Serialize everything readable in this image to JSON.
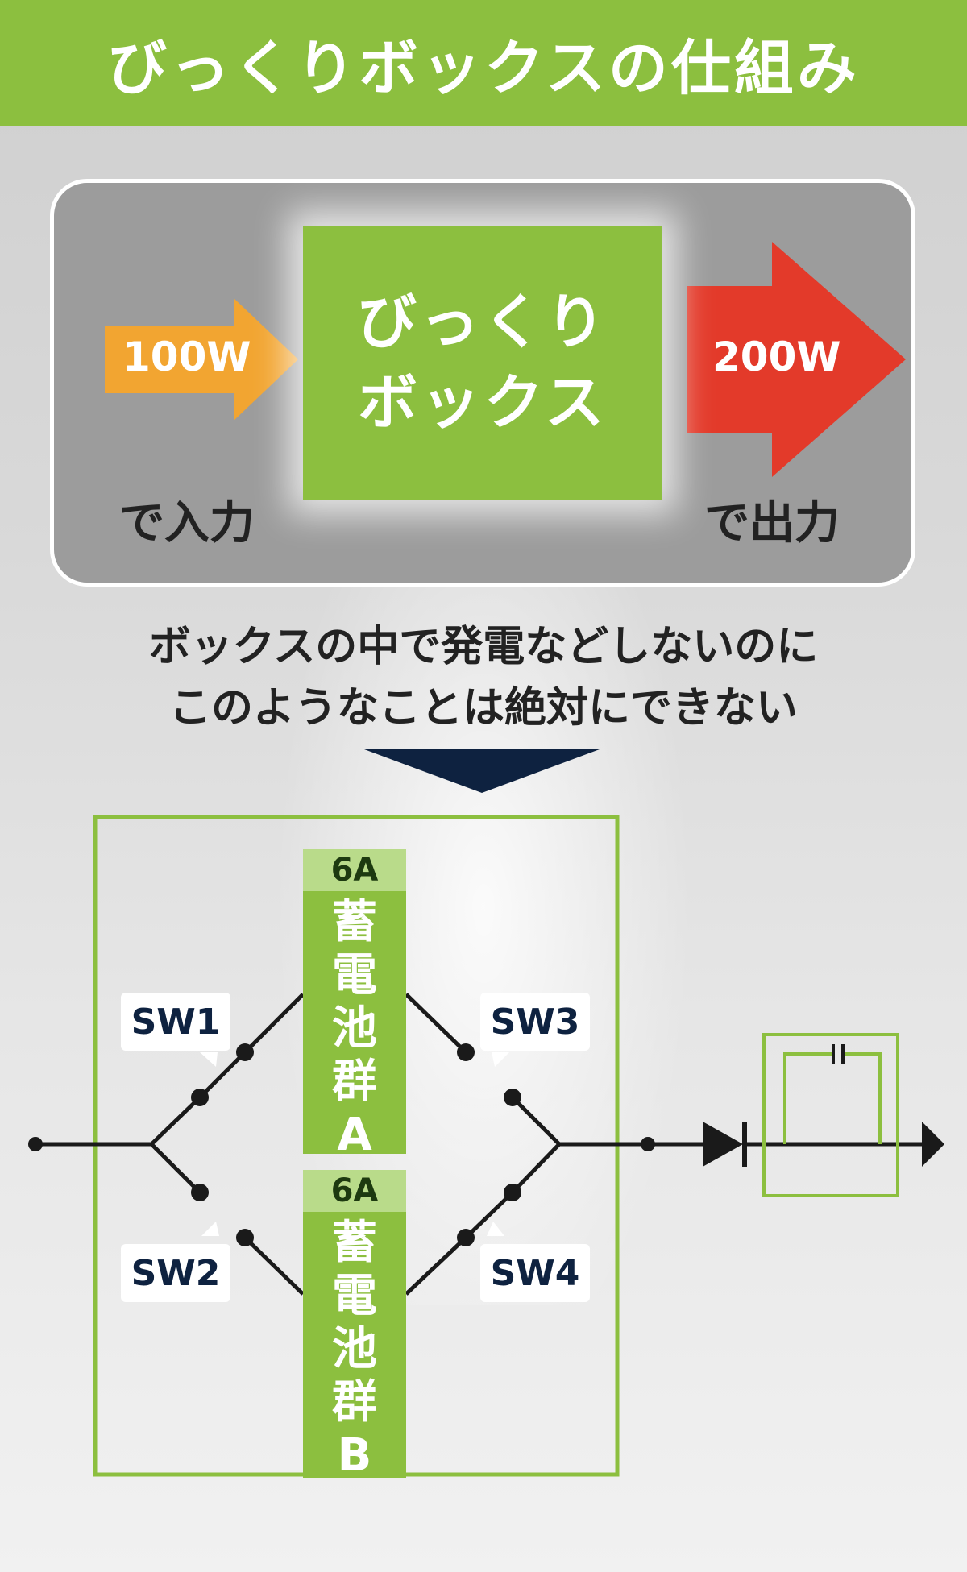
{
  "header": {
    "title": "びっくりボックスの仕組み"
  },
  "box": {
    "line1": "びっくり",
    "line2": "ボックス",
    "input_value": "100W",
    "input_caption": "で入力",
    "output_value": "200W",
    "output_caption": "で出力"
  },
  "message": {
    "line1": "ボックスの中で発電などしないのに",
    "line2": "このようなことは絶対にできない"
  },
  "circuit": {
    "switches": [
      "SW1",
      "SW2",
      "SW3",
      "SW4"
    ],
    "battery_a": {
      "current": "6A",
      "chars": [
        "蓄",
        "電",
        "池",
        "群",
        "A"
      ]
    },
    "battery_b": {
      "current": "6A",
      "chars": [
        "蓄",
        "電",
        "池",
        "群",
        "B"
      ]
    }
  },
  "colors": {
    "green": "#8cbf3f",
    "light_green": "#b9db8a",
    "orange": "#f2a531",
    "red": "#e33a2a",
    "navy": "#0e2240"
  }
}
